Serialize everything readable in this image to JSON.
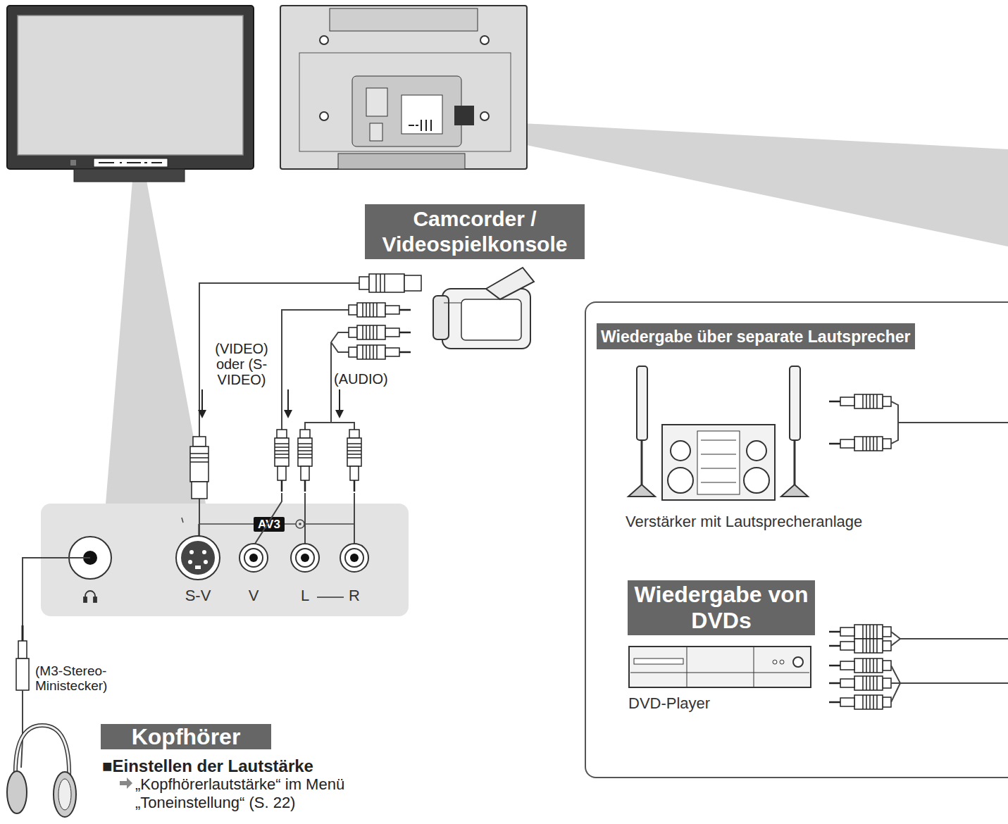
{
  "diagram": {
    "nodes": [
      {
        "text": [
          "S-V",
          "V",
          "L",
          "R"
        ]
      },
      {
        "text": [
          "AV3"
        ],
        "in": 0
      },
      {
        "text": [
          "Camcorder / Videospielkonsole"
        ]
      },
      {
        "text": [
          "Kopfhörer"
        ]
      },
      {
        "text": [
          "Verstärker mit Lautsprecheranlage",
          "DVD-Player"
        ]
      },
      {
        "text": [
          "Wiedergabe über separate Lautsprecher"
        ],
        "in": 4
      },
      {
        "text": [
          "Wiedergabe von DVDs"
        ],
        "in": 4
      }
    ],
    "labels": [
      "(VIDEO) oder (S-VIDEO)",
      "(AUDIO)",
      "(M3-Stereo- Ministecker)",
      "■Einstellen der Lautstärke",
      "„Kopfhörerlautstärke“ im Menü „Toneinstellung“ (S. 22)"
    ]
  }
}
